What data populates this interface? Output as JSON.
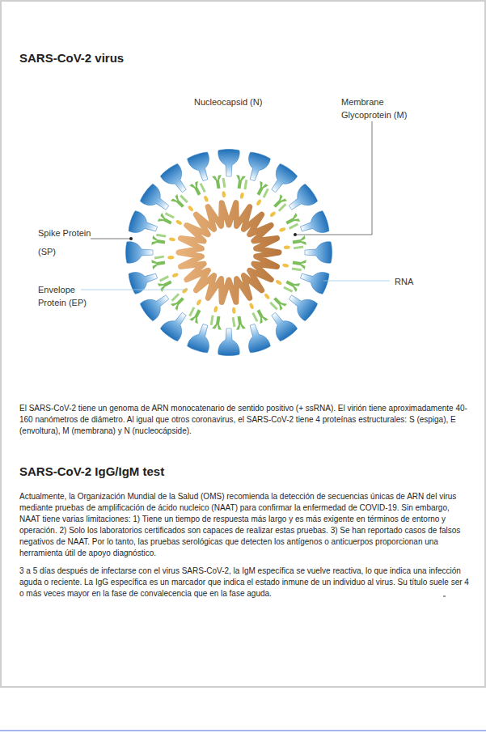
{
  "diagram": {
    "title": "SARS-CoV-2 virus",
    "labels": [
      "Nucleocapsid (N)",
      "Membrane Glycoprotein (M)",
      "Spike Protein (SP)",
      "Envelope Protein (EP)",
      "RNA",
      "El SARS-CoV-2 tiene un genoma de ARN monocatenario de sentido positivo (+ ssRNA). El virión tiene aproximadamente 40-160 nanómetros de diámetro. Al igual que otros coronavirus, el SARS-CoV-2 tiene 4 proteínas estructurales: S (espiga), E (envoltura), M (membrana) y N (nucleocápside).",
      "SARS-CoV-2 IgG/IgM test",
      "Actualmente, la Organización Mundial de la Salud (OMS) recomienda la detección de secuencias únicas de ARN del virus mediante pruebas de amplificación de ácido nucleico (NAAT) para confirmar la enfermedad de COVID-19. Sin embargo, NAAT tiene varias limitaciones: 1) Tiene un tiempo de respuesta más largo y es más exigente en términos de entorno y operación. 2) Solo los laboratorios certificados son capaces de realizar estas pruebas. 3) Se han reportado casos de falsos negativos de NAAT. Por lo tanto, las pruebas serológicas que detecten los antígenos o anticuerpos proporcionan una herramienta útil de apoyo diagnóstico.",
      "3 a 5 días después de infectarse con el virus SARS-CoV-2, la IgM específica se vuelve reactiva, lo que indica una infección aguda o reciente. La IgG específica es un marcador que indica el estado inmune de un individuo al virus. Su título suele ser 4 o más veces mayor en la fase de convalecencia que en la fase aguda."
    ]
  }
}
